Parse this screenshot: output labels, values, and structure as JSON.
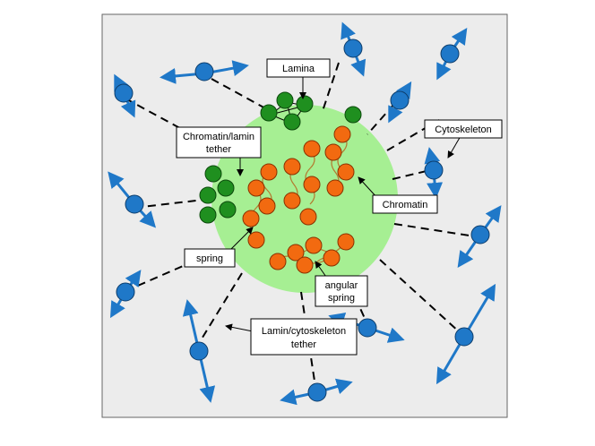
{
  "labels": {
    "lamina": "Lamina",
    "chromatin_lamin_tether_line1": "Chromatin/lamin",
    "chromatin_lamin_tether_line2": "tether",
    "cytoskeleton": "Cytoskeleton",
    "chromatin": "Chromatin",
    "spring": "spring",
    "angular_spring_line1": "angular",
    "angular_spring_line2": "spring",
    "lamin_cyto_tether_line1": "Lamin/cytoskeleton",
    "lamin_cyto_tether_line2": "tether"
  },
  "colors": {
    "background_panel": "#ececec",
    "nucleus": "#a6ef93",
    "cytoskeleton_bead": "#1f78c8",
    "lamina_bead": "#1f8f1f",
    "chromatin_bead": "#f26a10",
    "spring": "#b5651d"
  }
}
